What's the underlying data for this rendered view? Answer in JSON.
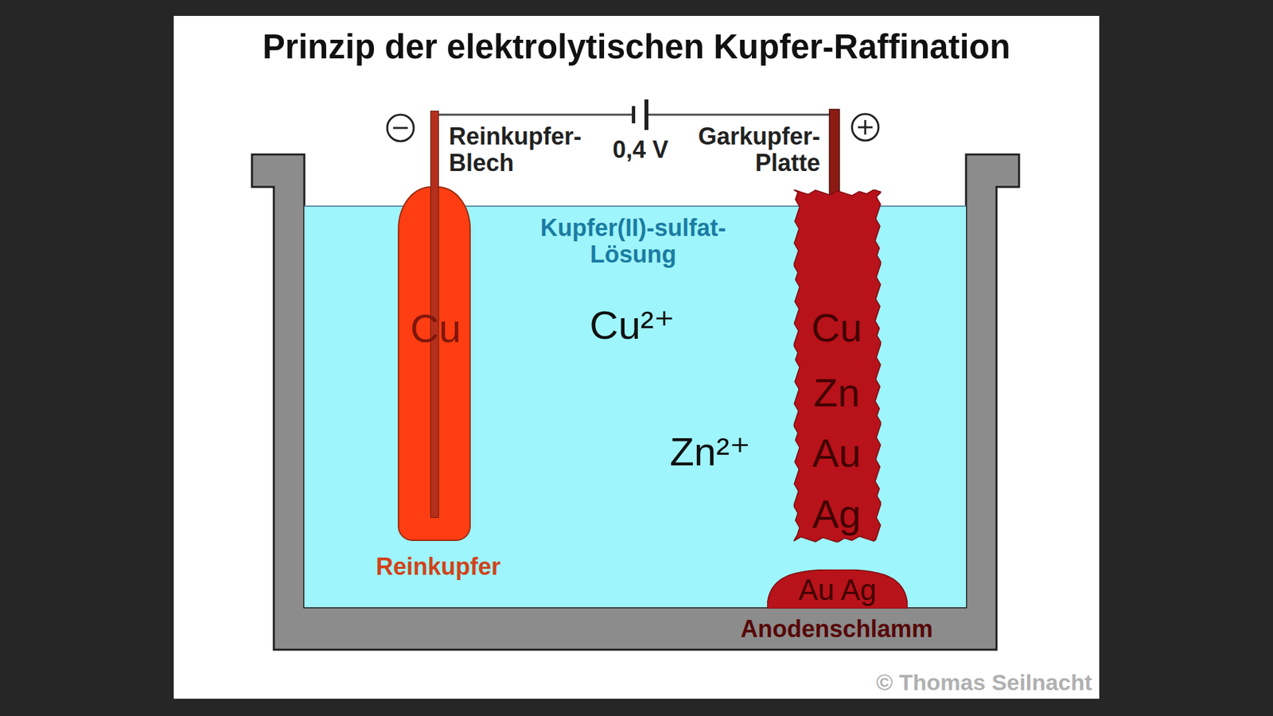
{
  "diagram": {
    "title": "Prinzip der elektrolytischen Kupfer-Raffination",
    "nodes": [
      {
        "text": [
          "Kupfer(II)-sulfat-Lösung"
        ]
      },
      {
        "text": [
          "Cu"
        ],
        "in": 0
      },
      {
        "text": [
          "Cu",
          "Zn",
          "Au",
          "Ag"
        ],
        "in": 0
      },
      {
        "text": [
          "Au Ag"
        ],
        "in": 0
      }
    ],
    "edges": [
      {
        "from": 2,
        "to": 1,
        "arrow": "to",
        "label": "Cu²⁺"
      },
      {
        "from": 2,
        "to": 3,
        "arrow": "to"
      }
    ],
    "labels": [
      "Reinkupfer-Blech",
      "0,4 V",
      "Garkupfer-Platte",
      "Zn²⁺",
      "Reinkupfer",
      "Anodenschlamm",
      "© Thomas Seilnacht"
    ]
  }
}
